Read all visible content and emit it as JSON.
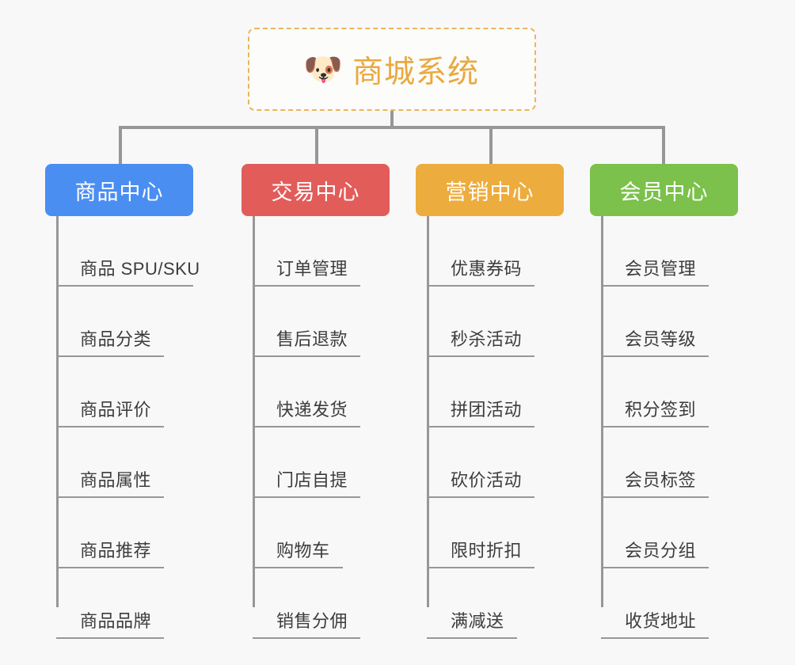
{
  "diagram": {
    "type": "org-chart",
    "background_color": "#F8F8F8",
    "connector_color": "#979797",
    "root": {
      "icon": "dog-face-icon",
      "icon_glyph": "🐶",
      "title": "商城系统",
      "text_color": "#E9A93F",
      "border_color": "#EDB45B",
      "border_style": "dashed"
    },
    "categories": [
      {
        "label": "商品中心",
        "color": "#4A8EF2",
        "items": [
          "商品 SPU/SKU",
          "商品分类",
          "商品评价",
          "商品属性",
          "商品推荐",
          "商品品牌"
        ]
      },
      {
        "label": "交易中心",
        "color": "#E25C5A",
        "items": [
          "订单管理",
          "售后退款",
          "快递发货",
          "门店自提",
          "购物车",
          "销售分佣"
        ]
      },
      {
        "label": "营销中心",
        "color": "#EDAC3E",
        "items": [
          "优惠券码",
          "秒杀活动",
          "拼团活动",
          "砍价活动",
          "限时折扣",
          "满减送"
        ]
      },
      {
        "label": "会员中心",
        "color": "#7BC14B",
        "items": [
          "会员管理",
          "会员等级",
          "积分签到",
          "会员标签",
          "会员分组",
          "收货地址"
        ]
      }
    ]
  }
}
